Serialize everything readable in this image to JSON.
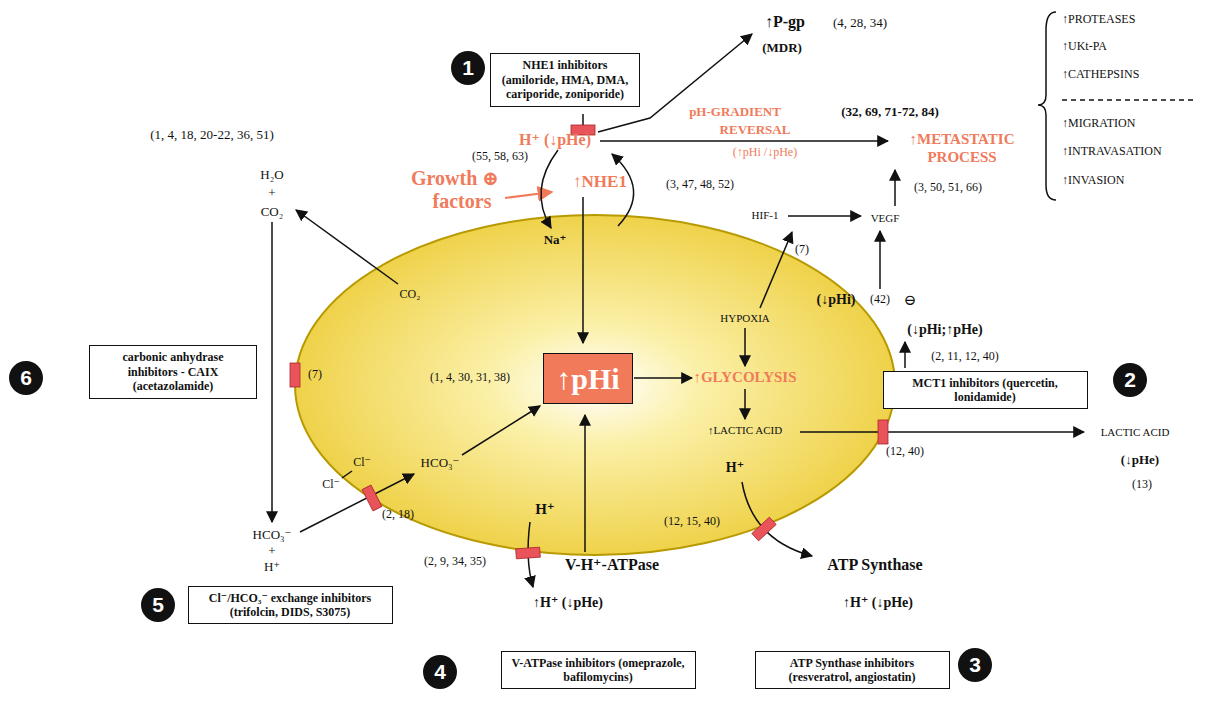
{
  "diagram": {
    "nodes": [
      {
        "text": [
          "1"
        ]
      },
      {
        "text": [
          "NHE1 inhibitors (amiloride, HMA, DMA, cariporide, zoniporide)"
        ]
      },
      {
        "text": [
          "↑pHi"
        ]
      },
      {
        "text": [
          "2"
        ]
      },
      {
        "text": [
          "MCT1 inhibitors (quercetin, lonidamide)"
        ]
      },
      {
        "text": [
          "6"
        ]
      },
      {
        "text": [
          "carbonic anhydrase inhibitors - CAIX (acetazolamide)"
        ]
      },
      {
        "text": [
          "5"
        ]
      },
      {
        "text": [
          "Cl⁻/HCO₃⁻ exchange inhibitors (trifolcin, DIDS, S3075)"
        ]
      },
      {
        "text": [
          "4"
        ]
      },
      {
        "text": [
          "V-ATPase inhibitors (omeprazole, bafilomycins)"
        ]
      },
      {
        "text": [
          "ATP Synthase inhibitors (resveratrol, angiostatin)"
        ]
      },
      {
        "text": [
          "3"
        ]
      }
    ],
    "labels": [
      "(1, 4, 18, 20-22, 36, 51)",
      "↑P-gp",
      "(4, 28, 34)",
      "(MDR)",
      "pH-GRADIENT",
      "(32, 69, 71-72, 84)",
      "REVERSAL",
      "(↑pHi /↓pHe)",
      "H⁺ (↓pHe)",
      "(55, 58, 63)",
      "Growth ⊕",
      "factors",
      "↑NHE1",
      "(3, 47, 48, 52)",
      "Na⁺",
      "↑METASTATIC",
      "PROCESS",
      "↑PROTEASES",
      "↑UKt-PA",
      "↑CATHEPSINS",
      "↑MIGRATION",
      "↑INTRAVASATION",
      "↑INVASION",
      "(3, 50, 51, 66)",
      "HIF-1",
      "VEGF",
      "(7)",
      "(↓pHi)",
      "(42)",
      "⊖",
      "(↓pHi;↑pHe)",
      "(2, 11, 12, 40)",
      "HYPOXIA",
      "↑GLYCOLYSIS",
      "↑LACTIC ACID",
      "(12, 40)",
      "LACTIC ACID",
      "(↓pHe)",
      "(13)",
      "H⁺",
      "(12, 15, 40)",
      "ATP Synthase",
      "↑H⁺ (↓pHe)",
      "H₂O",
      "+",
      "CO₂",
      "CO₂",
      "(7)",
      "(1, 4, 30, 31, 38)",
      "Cl⁻",
      "Cl⁻",
      "HCO₃⁻",
      "(2, 18)",
      "HCO₃⁻",
      "+",
      "H⁺",
      "H⁺",
      "(2, 9, 34, 35)",
      "V-H⁺-ATPase",
      "↑H⁺ (↓pHe)"
    ]
  }
}
